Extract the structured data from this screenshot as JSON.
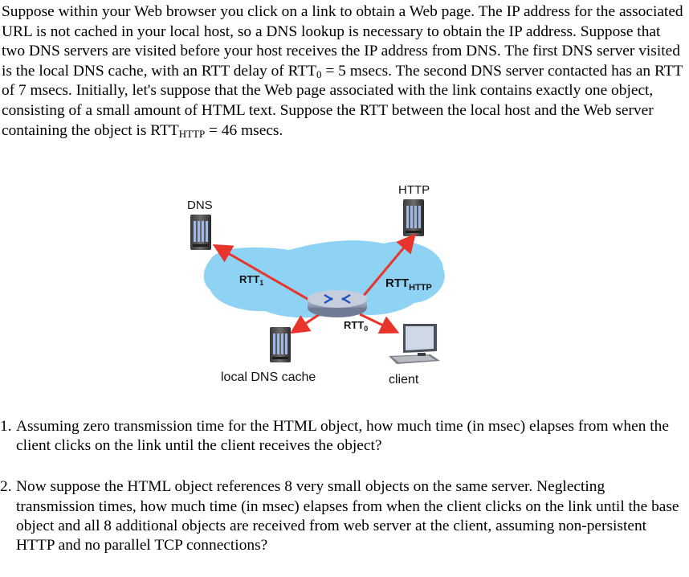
{
  "problem": {
    "intro": "Suppose within your Web browser you click on a link to obtain a Web page. The IP address for the associated URL is not cached in your local host, so a DNS lookup is necessary to obtain the IP address. Suppose that two DNS servers are visited before your host receives the IP address from DNS. The first DNS server visited is the local DNS cache, with an RTT delay of ",
    "rtt0_symbol": "RTT",
    "rtt0_sub": "0",
    "rtt0_value": " = 5 msecs. The second DNS server contacted has an RTT of 7 msecs. Initially, let's suppose that the Web page associated with the link contains exactly one object, consisting of a small amount of HTML text. Suppose the RTT between the local host and the Web server containing the object is ",
    "rtthttp_symbol": "RTT",
    "rtthttp_sub": "HTTP",
    "rtthttp_value": " = 46 msecs."
  },
  "diagram": {
    "dns_label": "DNS",
    "http_label": "HTTP",
    "local_dns_label": "local DNS cache",
    "client_label": "client",
    "rtt1_base": "RTT",
    "rtt1_sub": "1",
    "rtthttp_base": "RTT",
    "rtthttp_sub": "HTTP",
    "rtt0_base": "RTT",
    "rtt0_sub": "0",
    "colors": {
      "cloud": "#8fd3f4",
      "arrow": "#e8342a",
      "router": "#9aa7bd"
    }
  },
  "questions": [
    {
      "number": "1.",
      "text": "Assuming zero transmission time for the HTML object, how much time (in msec) elapses from when the client clicks on the link until the client receives the object?"
    },
    {
      "number": "2.",
      "text": "Now suppose the HTML object references 8 very small objects on the same server. Neglecting transmission times, how much time (in msec) elapses from when the client clicks on the link until the base object and all 8 additional objects are received from web server at the client, assuming non-persistent HTTP and no parallel TCP connections?"
    }
  ]
}
